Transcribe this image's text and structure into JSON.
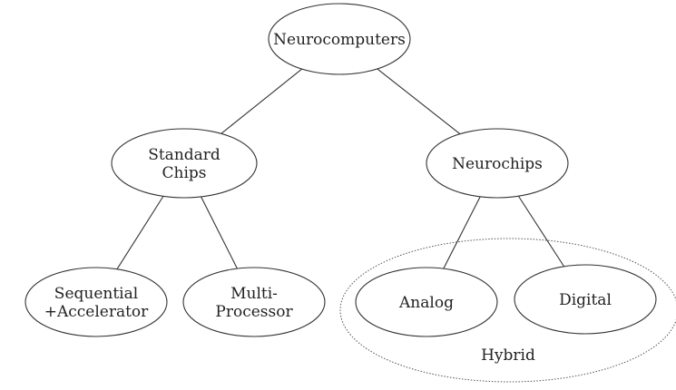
{
  "diagram": {
    "type": "tree",
    "title": "",
    "nodes": [
      {
        "id": "neurocomputers",
        "lines": [
          "Neurocomputers"
        ]
      },
      {
        "id": "standard-chips",
        "lines": [
          "Standard",
          "Chips"
        ]
      },
      {
        "id": "neurochips",
        "lines": [
          "Neurochips"
        ]
      },
      {
        "id": "sequential-accelerator",
        "lines": [
          "Sequential",
          "+Accelerator"
        ]
      },
      {
        "id": "multi-processor",
        "lines": [
          "Multi-",
          "Processor"
        ]
      },
      {
        "id": "analog",
        "lines": [
          "Analog"
        ]
      },
      {
        "id": "digital",
        "lines": [
          "Digital"
        ]
      }
    ],
    "edges": [
      {
        "from": "neurocomputers",
        "to": "standard-chips"
      },
      {
        "from": "neurocomputers",
        "to": "neurochips"
      },
      {
        "from": "standard-chips",
        "to": "sequential-accelerator"
      },
      {
        "from": "standard-chips",
        "to": "multi-processor"
      },
      {
        "from": "neurochips",
        "to": "analog"
      },
      {
        "from": "neurochips",
        "to": "digital"
      }
    ],
    "groups": [
      {
        "id": "hybrid",
        "label": "Hybrid",
        "members": [
          "analog",
          "digital"
        ],
        "style": "dotted"
      }
    ]
  }
}
